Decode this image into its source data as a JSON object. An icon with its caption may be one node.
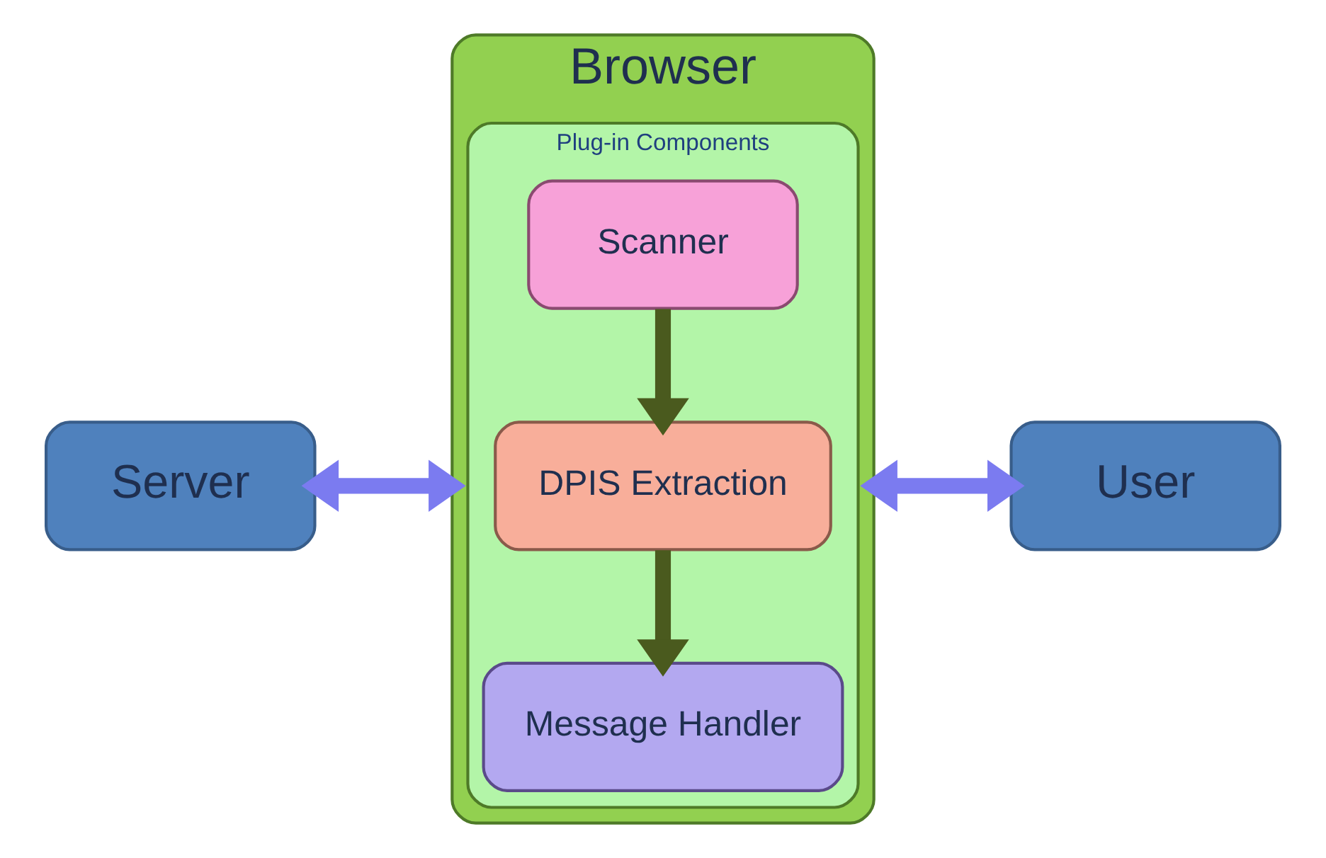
{
  "diagram": {
    "nodes": [
      {
        "text": [
          "Server"
        ]
      },
      {
        "text": [
          "Browser"
        ]
      },
      {
        "text": [
          "Plug-in Components"
        ],
        "in": 1
      },
      {
        "text": [
          "Scanner"
        ],
        "in": 2
      },
      {
        "text": [
          "DPIS Extraction"
        ],
        "in": 2
      },
      {
        "text": [
          "Message Handler"
        ],
        "in": 2
      },
      {
        "text": [
          "User"
        ]
      }
    ],
    "edges": [
      {
        "from": 0,
        "to": 1,
        "arrow": "both",
        "color": "#7b7bf0"
      },
      {
        "from": 3,
        "to": 4,
        "arrow": "to",
        "color": "#4a5a1e"
      },
      {
        "from": 4,
        "to": 5,
        "arrow": "to",
        "color": "#4a5a1e"
      },
      {
        "from": 1,
        "to": 6,
        "arrow": "both",
        "color": "#7b7bf0"
      }
    ]
  }
}
